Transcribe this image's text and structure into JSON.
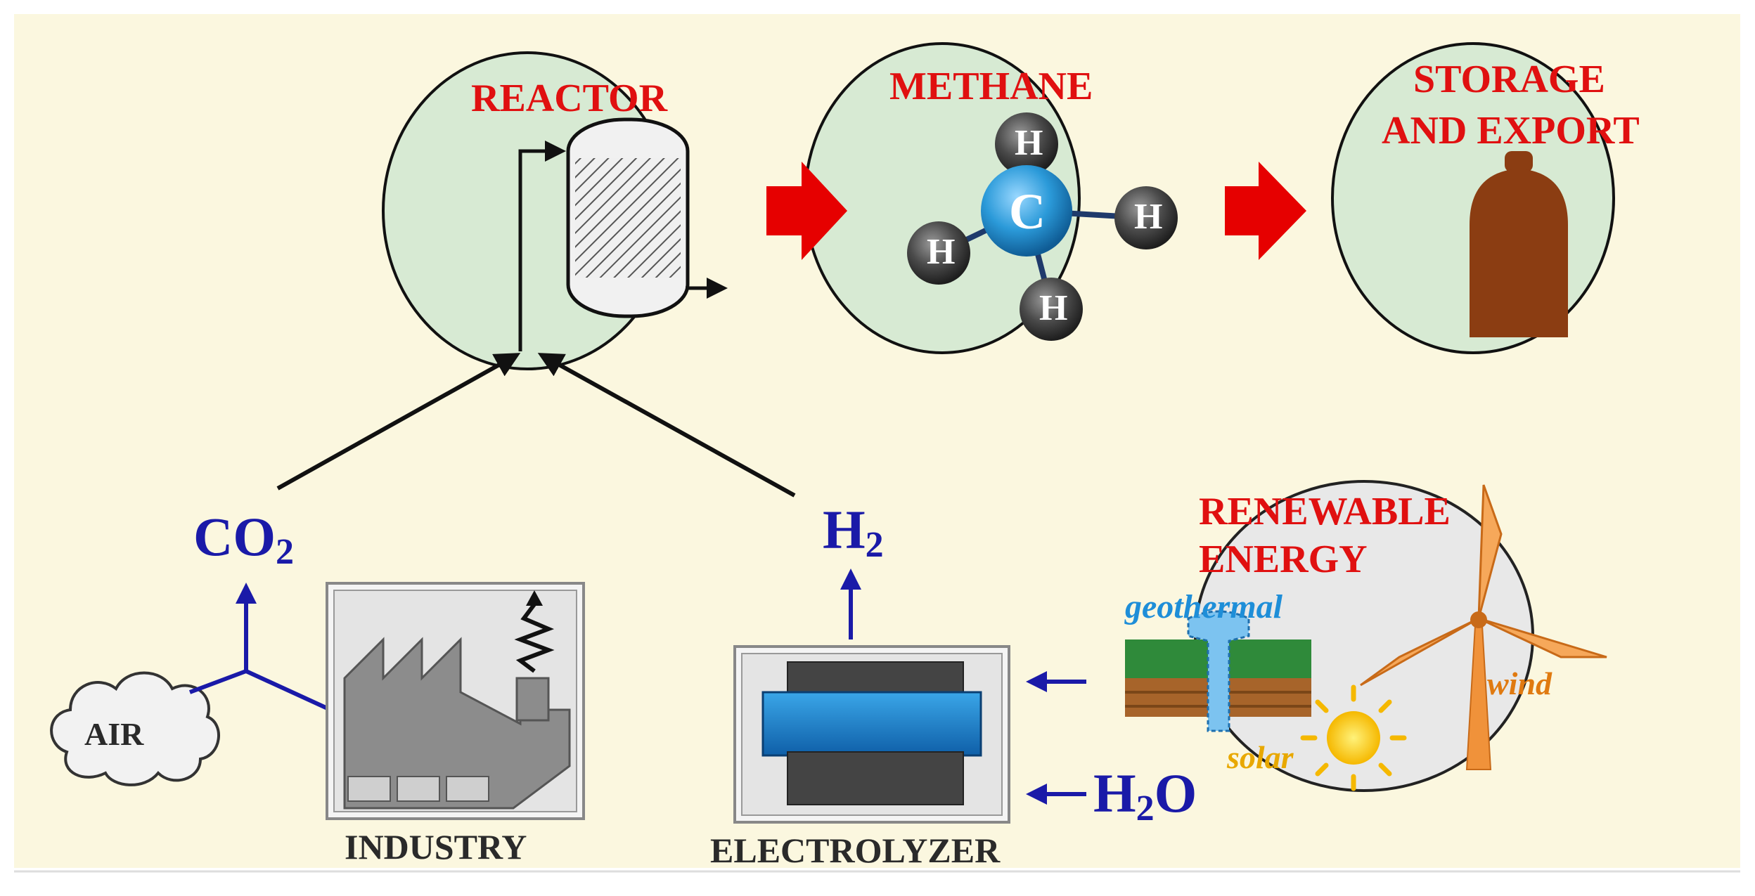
{
  "nodes": {
    "reactor": {
      "label": "REACTOR"
    },
    "methane": {
      "label": "METHANE",
      "atoms": {
        "center": "C",
        "h1": "H",
        "h2": "H",
        "h3": "H",
        "h4": "H"
      }
    },
    "storage": {
      "line1": "STORAGE",
      "line2": "AND EXPORT"
    },
    "renewable": {
      "line1": "RENEWABLE",
      "line2": "ENERGY",
      "geothermal": "geothermal",
      "solar": "solar",
      "wind": "wind"
    },
    "air": {
      "label": "AIR"
    },
    "industry": {
      "label": "INDUSTRY"
    },
    "electrolyzer": {
      "label": "ELECTROLYZER"
    }
  },
  "flows": {
    "co2": {
      "main": "CO",
      "sub": "2"
    },
    "h2": {
      "main": "H",
      "sub": "2"
    },
    "h2o": {
      "pre": "H",
      "sub": "2",
      "post": "O"
    }
  },
  "colors": {
    "background": "#fbf7df",
    "node_fill": "#d7ead3",
    "title_red": "#e01010",
    "flow_blue": "#1a1aa8",
    "arrow_red": "#e60000",
    "cylinder_brown": "#8b3d12",
    "carbon_blue": "#2b9ad9",
    "hydrogen_gray": "#4a4a4a"
  }
}
